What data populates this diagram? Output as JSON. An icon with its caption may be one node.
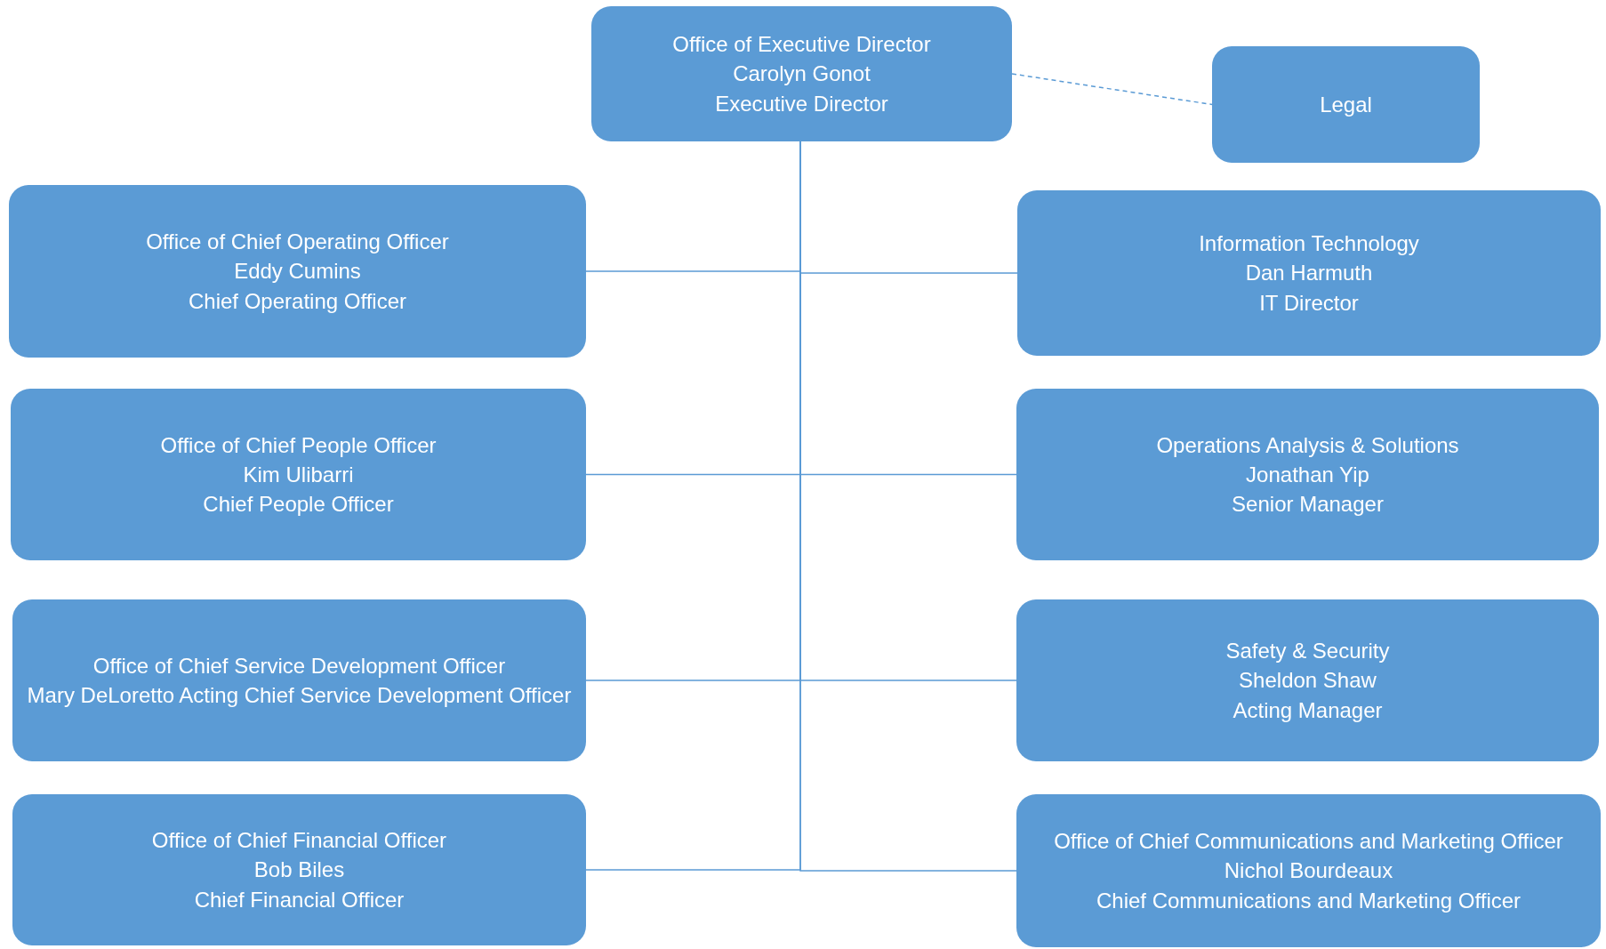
{
  "diagram": {
    "nodes": [
      {
        "text": [
          "Office of Executive Director",
          "Carolyn Gonot",
          "Executive Director"
        ]
      },
      {
        "text": [
          "Legal"
        ]
      },
      {
        "text": [
          "Office of Chief Operating Officer",
          "Eddy Cumins",
          "Chief Operating Officer"
        ]
      },
      {
        "text": [
          "Information Technology",
          "Dan Harmuth",
          "IT Director"
        ]
      },
      {
        "text": [
          "Office of Chief People Officer",
          "Kim Ulibarri",
          "Chief People Officer"
        ]
      },
      {
        "text": [
          "Operations Analysis & Solutions",
          "Jonathan Yip",
          "Senior Manager"
        ]
      },
      {
        "text": [
          "Office of Chief Service Development Officer",
          "Mary DeLoretto Acting Chief Service Development Officer"
        ]
      },
      {
        "text": [
          "Safety & Security",
          "Sheldon Shaw",
          "Acting Manager"
        ]
      },
      {
        "text": [
          "Office of Chief Financial Officer",
          "Bob Biles",
          "Chief Financial Officer"
        ]
      },
      {
        "text": [
          "Office of Chief Communications and Marketing Officer",
          "Nichol Bourdeaux",
          "Chief Communications and Marketing Officer"
        ]
      }
    ],
    "edges": [
      {
        "from": 0,
        "to": 1,
        "arrow": "none",
        "style": "dashed"
      },
      {
        "from": 0,
        "to": 2,
        "arrow": "none"
      },
      {
        "from": 0,
        "to": 3,
        "arrow": "none"
      },
      {
        "from": 0,
        "to": 4,
        "arrow": "none"
      },
      {
        "from": 0,
        "to": 5,
        "arrow": "none"
      },
      {
        "from": 0,
        "to": 6,
        "arrow": "none"
      },
      {
        "from": 0,
        "to": 7,
        "arrow": "none"
      },
      {
        "from": 0,
        "to": 8,
        "arrow": "none"
      },
      {
        "from": 0,
        "to": 9,
        "arrow": "none"
      }
    ]
  }
}
